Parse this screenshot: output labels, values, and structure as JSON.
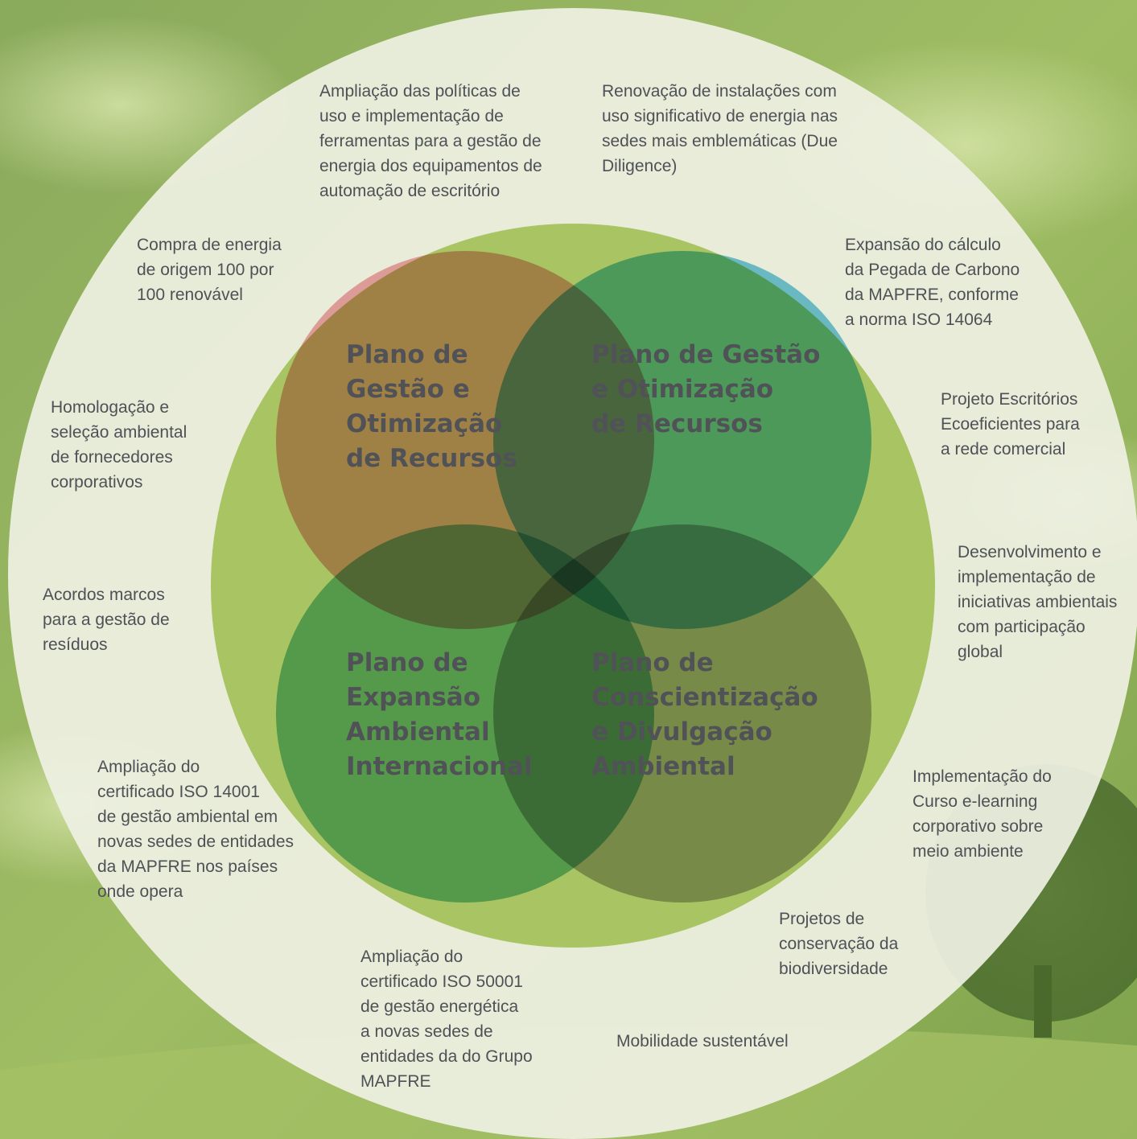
{
  "plans": {
    "top_left": "Plano de\nGestão e\nOtimização\nde Recursos",
    "top_right": "Plano de Gestão\ne Otimização\nde Recursos",
    "bottom_left": "Plano de\nExpansão\nAmbiental\nInternacional",
    "bottom_right": "Plano de\nConscientização\ne Divulgação\nAmbiental"
  },
  "initiatives": {
    "politicas_uso": "Ampliação das políticas de\nuso e implementação de\nferramentas para a gestão de\nenergia dos equipamentos de\nautomação de escritório",
    "renovacao_instalacoes": "Renovação de instalações com\nuso significativo de energia nas\nsedes mais emblemáticas (Due\nDiligence)",
    "compra_energia": "Compra de energia\nde origem 100 por\n100 renovável",
    "pegada_carbono": "Expansão do cálculo\nda Pegada de Carbono\nda MAPFRE, conforme\na norma ISO 14064",
    "homologacao": "Homologação e\nseleção ambiental\nde fornecedores\ncorporativos",
    "escritorios_ecoeficientes": "Projeto Escritórios\nEcoeficientes para\na rede comercial",
    "desenvolvimento_iniciativas": "Desenvolvimento e\nimplementação de\niniciativas ambientais\ncom participação\nglobal",
    "acordos_marcos": "Acordos marcos\npara a gestão de\nresíduos",
    "iso_14001": "Ampliação do\ncertificado ISO 14001\nde gestão ambiental em\nnovas sedes de entidades\nda MAPFRE nos países\n    onde opera",
    "curso_elearning": "Implementação do\nCurso e-learning\ncorporativo sobre\nmeio ambiente",
    "biodiversidade": "Projetos de\nconservação da\nbiodiversidade",
    "iso_50001": "Ampliação do\ncertificado ISO 50001\nde gestão energética\na novas sedes de\nentidades da do Grupo\nMAPFRE",
    "mobilidade": "Mobilidade sustentável"
  },
  "colors": {
    "background": "#8fb061",
    "outer_ring": "#eef0e2",
    "inner_disc": "#a9c463",
    "circle_pink": "#f2a8b0",
    "circle_blue": "#74c7e4",
    "circle_teal": "#7fc8be",
    "circle_gray": "#b4b4b6",
    "text": "#4e5156"
  }
}
